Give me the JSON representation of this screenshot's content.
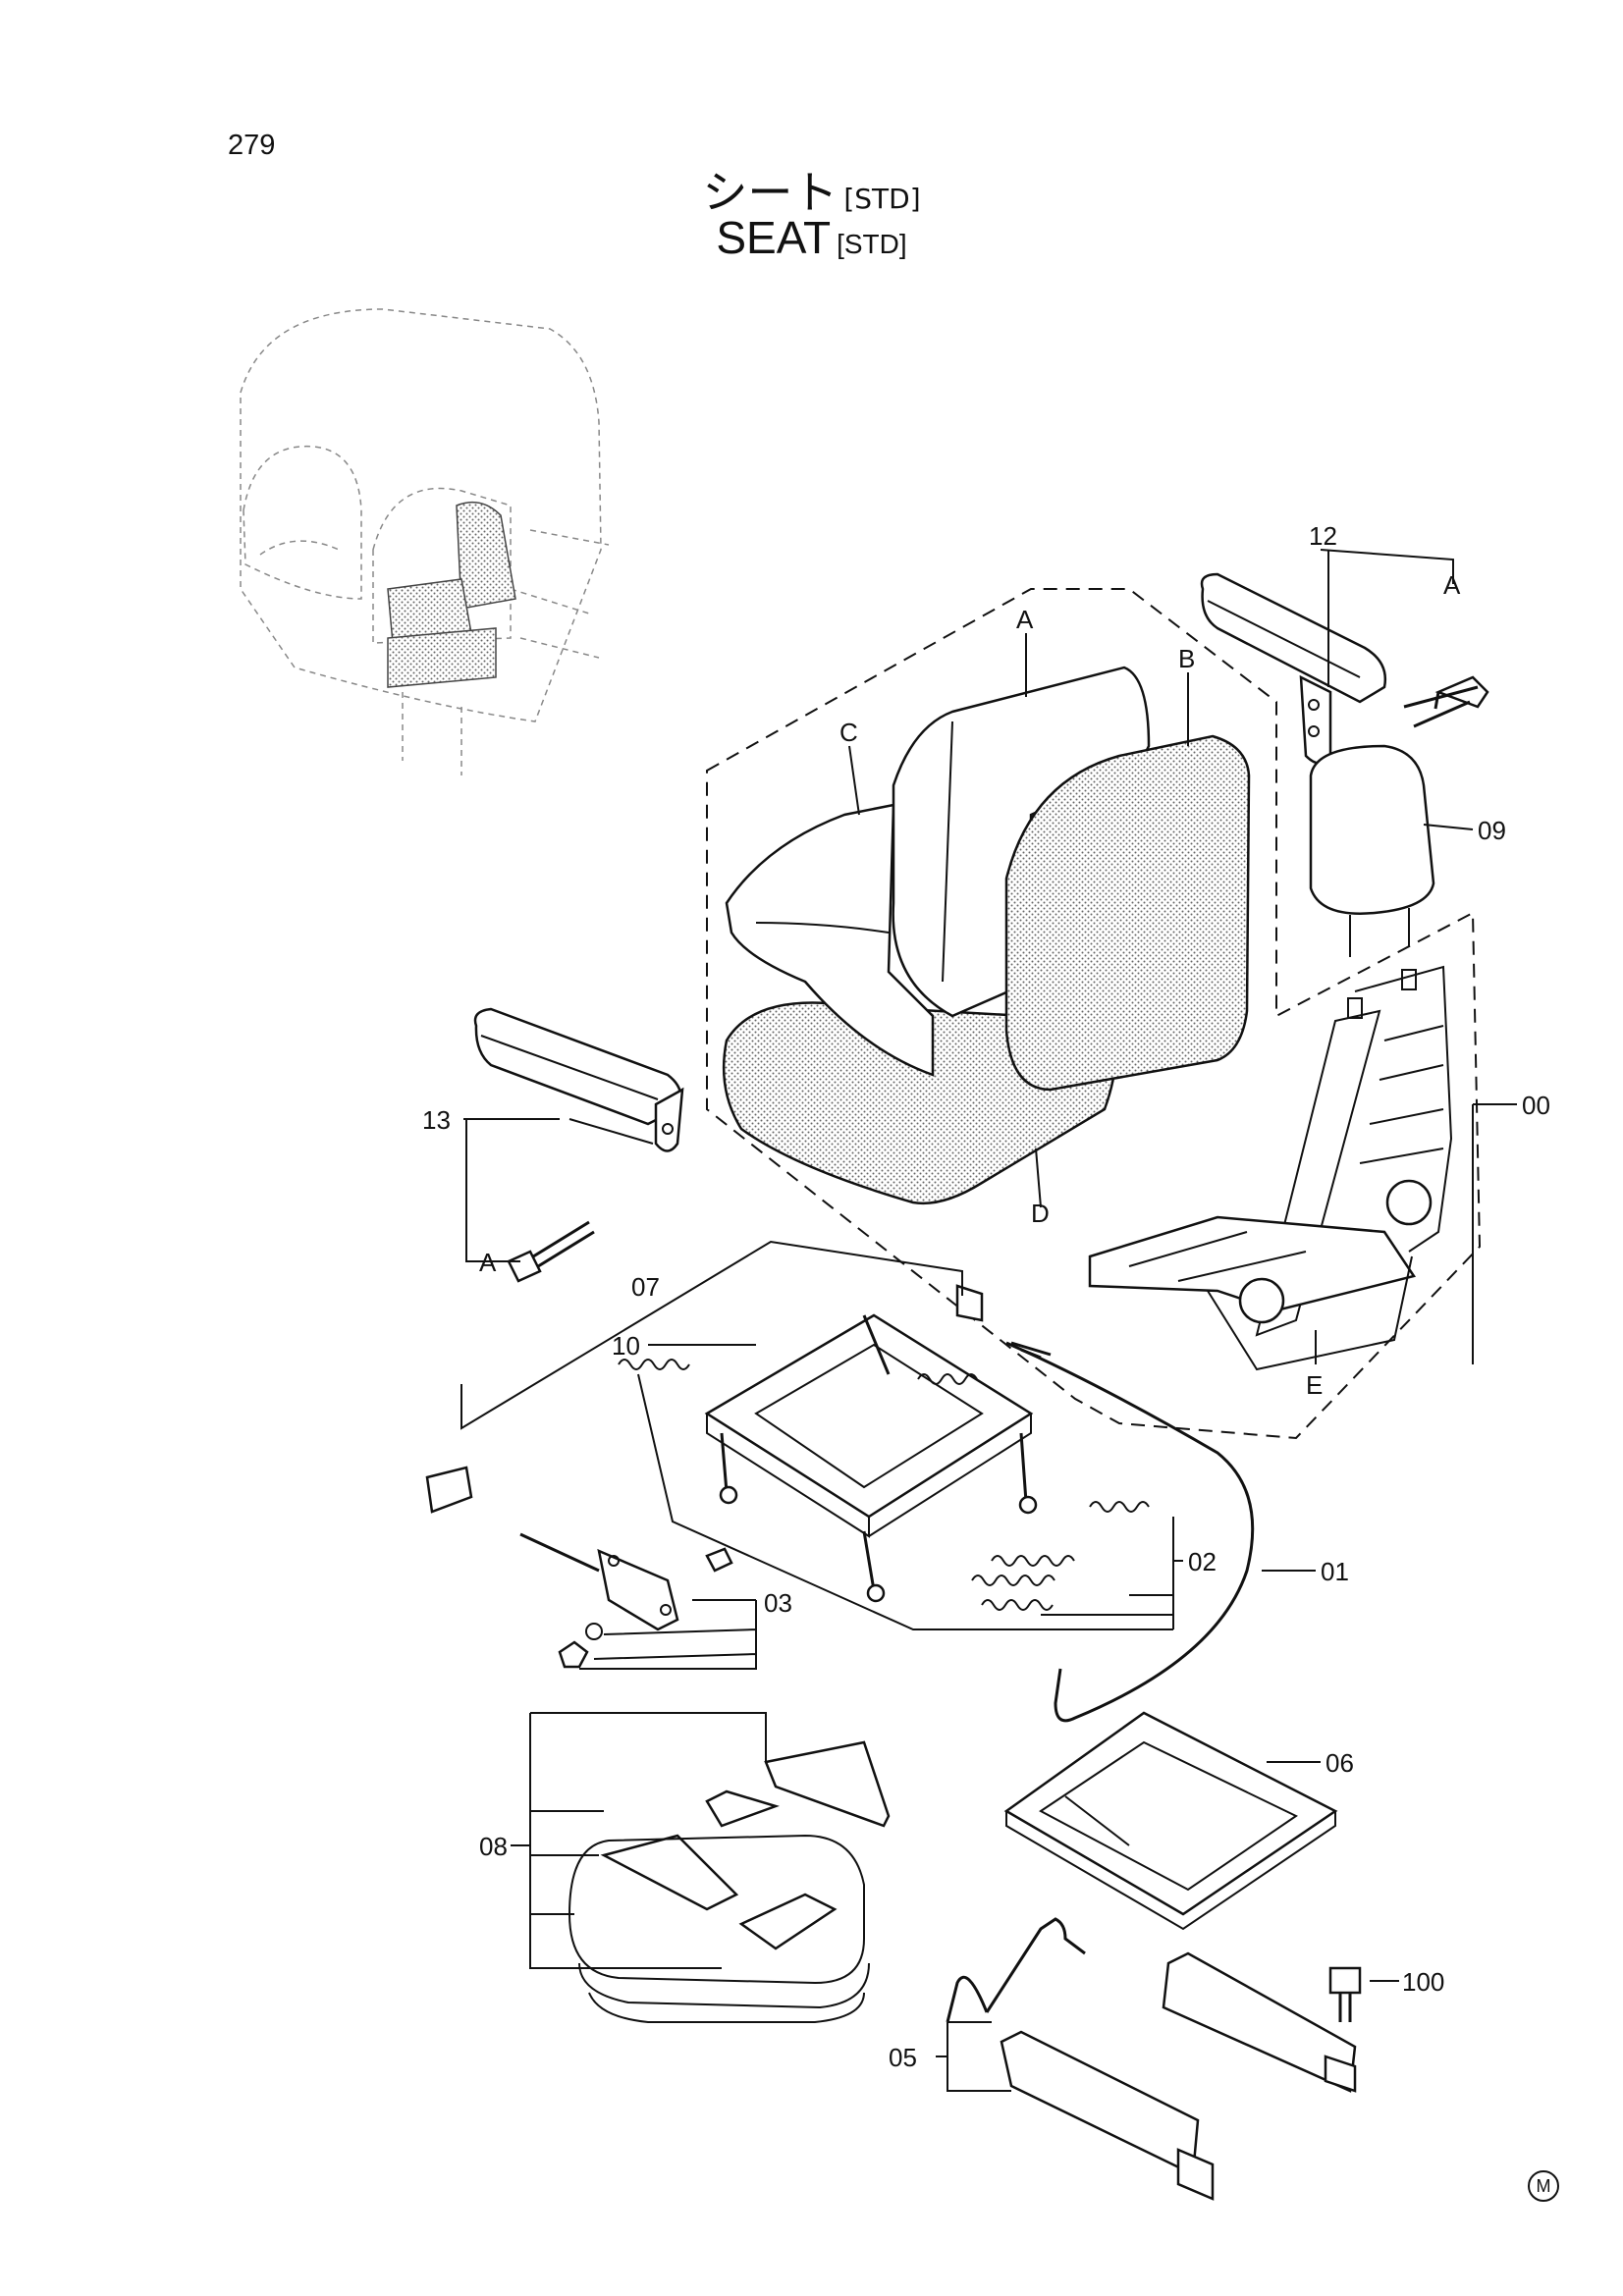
{
  "page_number": "279",
  "title_ja": "シート",
  "title_en": "SEAT",
  "title_tag": "[STD]",
  "callouts": {
    "c12": "12",
    "c13": "13",
    "c09": "09",
    "c00": "00",
    "c07": "07",
    "c10": "10",
    "c02": "02",
    "c01": "01",
    "c03": "03",
    "c06": "06",
    "c08": "08",
    "c05": "05",
    "c100": "100",
    "lA1": "A",
    "lA2": "A",
    "lA3": "A",
    "lB": "B",
    "lC": "C",
    "lD": "D",
    "lE": "E"
  },
  "corner_mark": "M"
}
